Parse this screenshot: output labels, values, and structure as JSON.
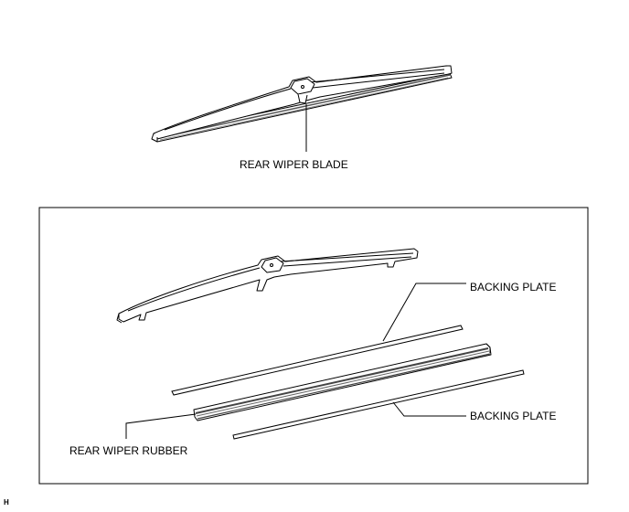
{
  "labels": {
    "rear_wiper_blade": "REAR WIPER BLADE",
    "backing_plate_top": "BACKING PLATE",
    "backing_plate_bottom": "BACKING PLATE",
    "rear_wiper_rubber": "REAR WIPER RUBBER"
  },
  "footer_code": "H",
  "colors": {
    "line": "#000000",
    "fill": "#ffffff",
    "rubber": "#555555"
  }
}
